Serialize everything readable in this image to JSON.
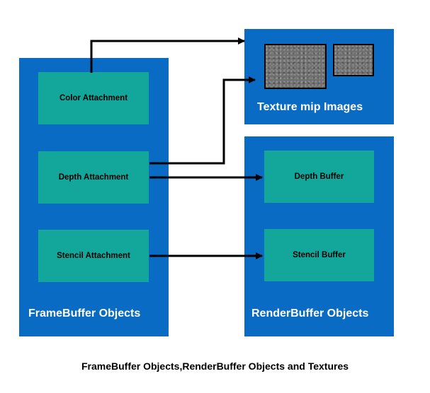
{
  "framebuffer": {
    "title": "FrameBuffer Objects",
    "attachments": {
      "color": "Color Attachment",
      "depth": "Depth Attachment",
      "stencil": "Stencil Attachment"
    }
  },
  "texture": {
    "title": "Texture mip Images"
  },
  "renderbuffer": {
    "title": "RenderBuffer Objects",
    "buffers": {
      "depth": "Depth Buffer",
      "stencil": "Stencil Buffer"
    }
  },
  "caption": "FrameBuffer Objects,RenderBuffer Objects and Textures",
  "colors": {
    "panel": "#0a6bc4",
    "box": "#13a79b",
    "arrow": "#000000"
  }
}
